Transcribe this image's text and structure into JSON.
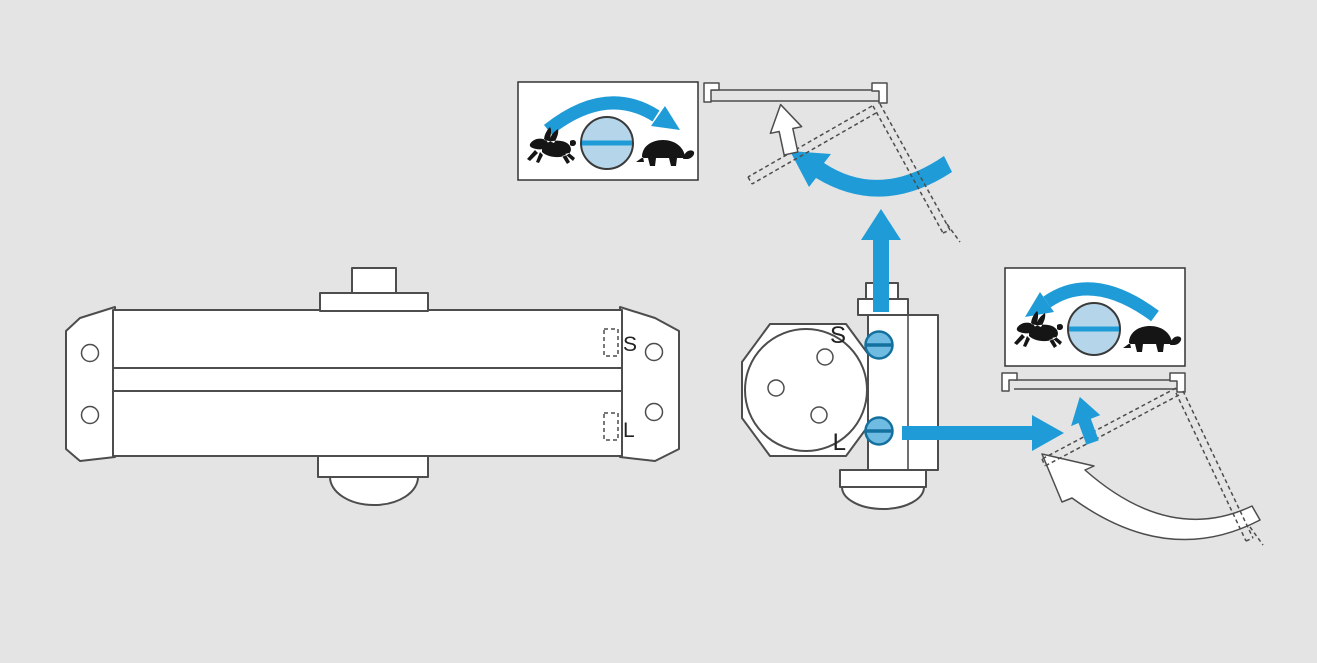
{
  "title": "Door closer closing-speed and latch-action adjustment diagram",
  "colors": {
    "background": "#e4e4e4",
    "outline": "#4d4d4d",
    "accent_blue": "#1f9cd8",
    "accent_blue_dark": "#14719f",
    "valve_fill": "#b5d6ea",
    "valve_mid": "#6fbbe2",
    "icon_black": "#151515",
    "panel_white": "#ffffff",
    "label_text": "#222222"
  },
  "side_view": {
    "valve_s_label": "S",
    "valve_l_label": "L"
  },
  "end_view": {
    "valve_s_label": "S",
    "valve_l_label": "L"
  },
  "legend": {
    "fast_icon": "rabbit-icon",
    "slow_icon": "turtle-icon",
    "dial_icon": "valve-screw-icon",
    "direction_icon": "rotation-arrow-icon"
  }
}
